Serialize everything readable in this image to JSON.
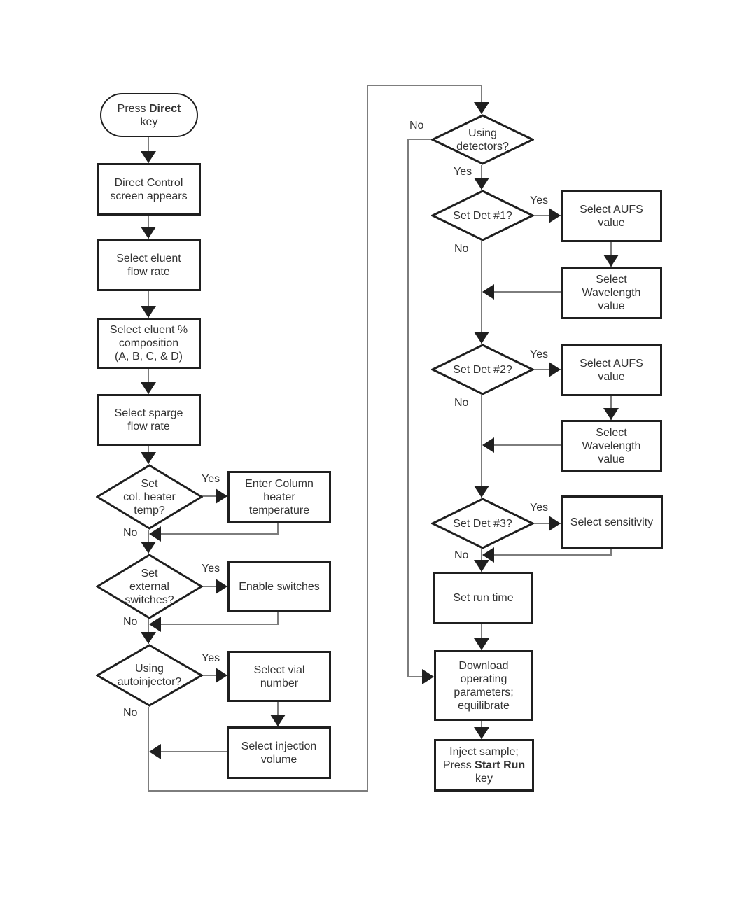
{
  "diagram": {
    "title_hint": "Direct control flowchart",
    "colors": {
      "background": "#ffffff",
      "connector_line": "#7d7d7d",
      "shape_border": "#1f1f1f",
      "text": "#333333"
    }
  },
  "nodes": {
    "start": {
      "t1": "Press ",
      "t2": "Direct",
      "t3": "\nkey"
    },
    "direct_control": {
      "text": "Direct Control\nscreen appears"
    },
    "eluent_flow": {
      "text": "Select eluent\nflow rate"
    },
    "eluent_comp": {
      "text": "Select eluent %\ncomposition\n(A, B, C, & D)"
    },
    "sparge_flow": {
      "text": "Select sparge\nflow rate"
    },
    "col_heater_q": {
      "text": "Set\ncol. heater\ntemp?"
    },
    "enter_col_temp": {
      "text": "Enter Column\nheater\ntemperature"
    },
    "ext_switches_q": {
      "text": "Set\nexternal\nswitches?"
    },
    "enable_switches": {
      "text": "Enable switches"
    },
    "autoinjector_q": {
      "text": "Using\nautoinjector?"
    },
    "vial_number": {
      "text": "Select vial\nnumber"
    },
    "injection_volume": {
      "text": "Select injection\nvolume"
    },
    "detectors_q": {
      "text": "Using\ndetectors?"
    },
    "det1_q": {
      "text": "Set Det #1?"
    },
    "aufs1": {
      "text": "Select AUFS\nvalue"
    },
    "wavelength1": {
      "text": "Select\nWavelength\nvalue"
    },
    "det2_q": {
      "text": "Set Det #2?"
    },
    "aufs2": {
      "text": "Select AUFS\nvalue"
    },
    "wavelength2": {
      "text": "Select\nWavelength\nvalue"
    },
    "det3_q": {
      "text": "Set Det #3?"
    },
    "sensitivity": {
      "text": "Select sensitivity"
    },
    "run_time": {
      "text": "Set run time"
    },
    "download": {
      "text": "Download\noperating\nparameters;\nequilibrate"
    },
    "inject": {
      "t1": "Inject sample;\nPress ",
      "t2": "Start Run",
      "t3": "\nkey"
    }
  },
  "labels": {
    "yes": "Yes",
    "no": "No"
  }
}
